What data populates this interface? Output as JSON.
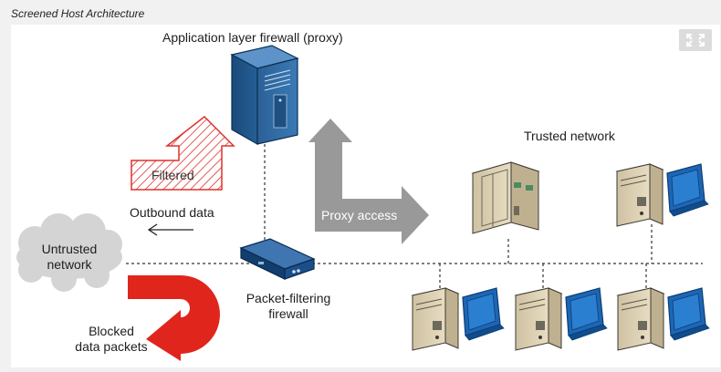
{
  "caption": "Screened Host Architecture",
  "labels": {
    "app_firewall": "Application layer firewall (proxy)",
    "trusted_network": "Trusted network",
    "filtered": "Filtered",
    "outbound_data": "Outbound data",
    "proxy_access": "Proxy access",
    "untrusted_line1": "Untrusted",
    "untrusted_line2": "network",
    "packet_filter_line1": "Packet-filtering",
    "packet_filter_line2": "firewall",
    "blocked_line1": "Blocked",
    "blocked_line2": "data packets"
  },
  "icons": {
    "expand": "expand-icon",
    "server": "server-icon",
    "router": "router-icon",
    "cloud": "cloud-icon",
    "workstation": "workstation-icon"
  },
  "colors": {
    "filtered_arrow": "#e0302a",
    "blocked_arrow": "#e0251c",
    "proxy_arrow": "#999999",
    "server_blue": "#2f6aa0",
    "router_blue": "#1b4f8c",
    "monitor_blue": "#1d66b5",
    "tower_beige": "#ddd0b4",
    "cloud_gray": "#d4d4d4"
  }
}
